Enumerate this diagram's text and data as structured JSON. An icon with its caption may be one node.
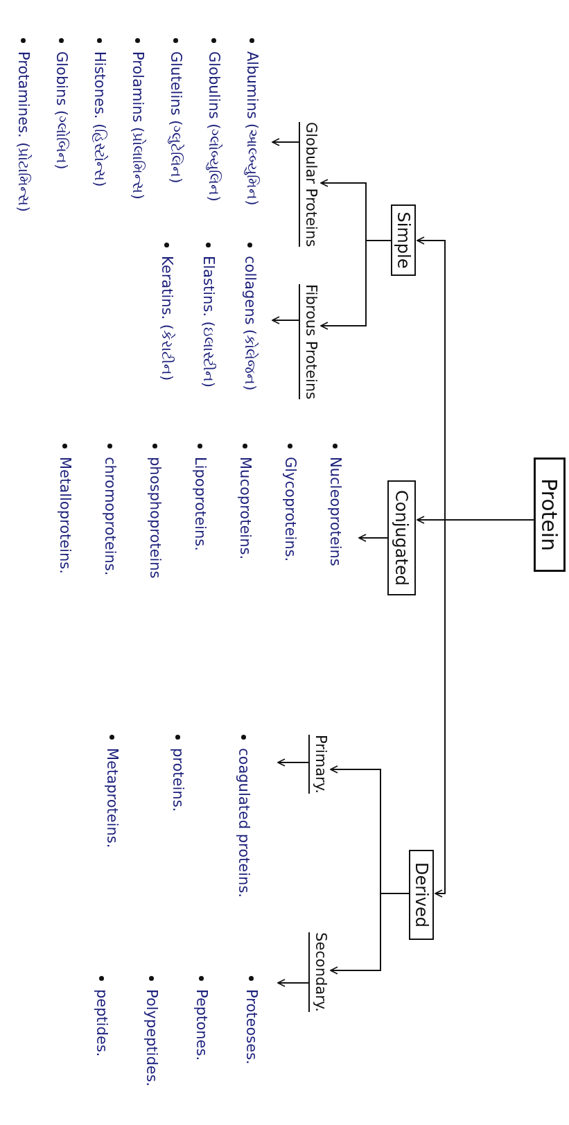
{
  "diagram": {
    "nodes": [
      {
        "text": [
          "Protein"
        ]
      },
      {
        "text": [
          "Simple"
        ]
      },
      {
        "text": [
          "Conjugated"
        ]
      },
      {
        "text": [
          "Derived"
        ]
      },
      {
        "text": [
          "Globular Proteins"
        ]
      },
      {
        "text": [
          "Fibrous Proteins"
        ]
      },
      {
        "text": [
          "Albumins (આલ્બ્યુમિન)",
          "Globulins (ગ્લોબ્યુલિન)",
          "Glutelins (ગ્લુટેલિન)",
          "Prolamins (પ્રોલામિન્સ)",
          "Histones. (હિસ્ટોન્સ)",
          "Globins (ગ્લોબિન)",
          "Protamines. (પ્રોટામિન્સ)"
        ]
      },
      {
        "text": [
          "collagens (કોલેજન)",
          "Elastins. (ઇલાસ્ટીન)",
          "Keratins. (કેરાટીન)"
        ]
      },
      {
        "text": [
          "Nucleoproteins",
          "Glycoproteins.",
          "Mucoproteins.",
          "Lipoproteins.",
          "phosphoproteins",
          "chromoproteins.",
          "Metalloproteins."
        ]
      },
      {
        "text": [
          "Primary."
        ]
      },
      {
        "text": [
          "Secondary."
        ]
      },
      {
        "text": [
          "coagulated proteins.",
          "proteins.",
          "Metaproteins."
        ]
      },
      {
        "text": [
          "Proteoses.",
          "Peptones.",
          "Polypeptides.",
          "peptides."
        ]
      }
    ],
    "edges": [
      {
        "from": 0,
        "to": 1,
        "arrow": "to"
      },
      {
        "from": 0,
        "to": 2,
        "arrow": "to"
      },
      {
        "from": 0,
        "to": 3,
        "arrow": "to"
      },
      {
        "from": 1,
        "to": 4,
        "arrow": "to"
      },
      {
        "from": 1,
        "to": 5,
        "arrow": "to"
      },
      {
        "from": 4,
        "to": 6,
        "arrow": "to"
      },
      {
        "from": 5,
        "to": 7,
        "arrow": "to"
      },
      {
        "from": 2,
        "to": 8,
        "arrow": "to"
      },
      {
        "from": 3,
        "to": 9,
        "arrow": "to"
      },
      {
        "from": 3,
        "to": 10,
        "arrow": "to"
      },
      {
        "from": 9,
        "to": 11,
        "arrow": "to"
      },
      {
        "from": 10,
        "to": 12,
        "arrow": "to"
      }
    ]
  }
}
